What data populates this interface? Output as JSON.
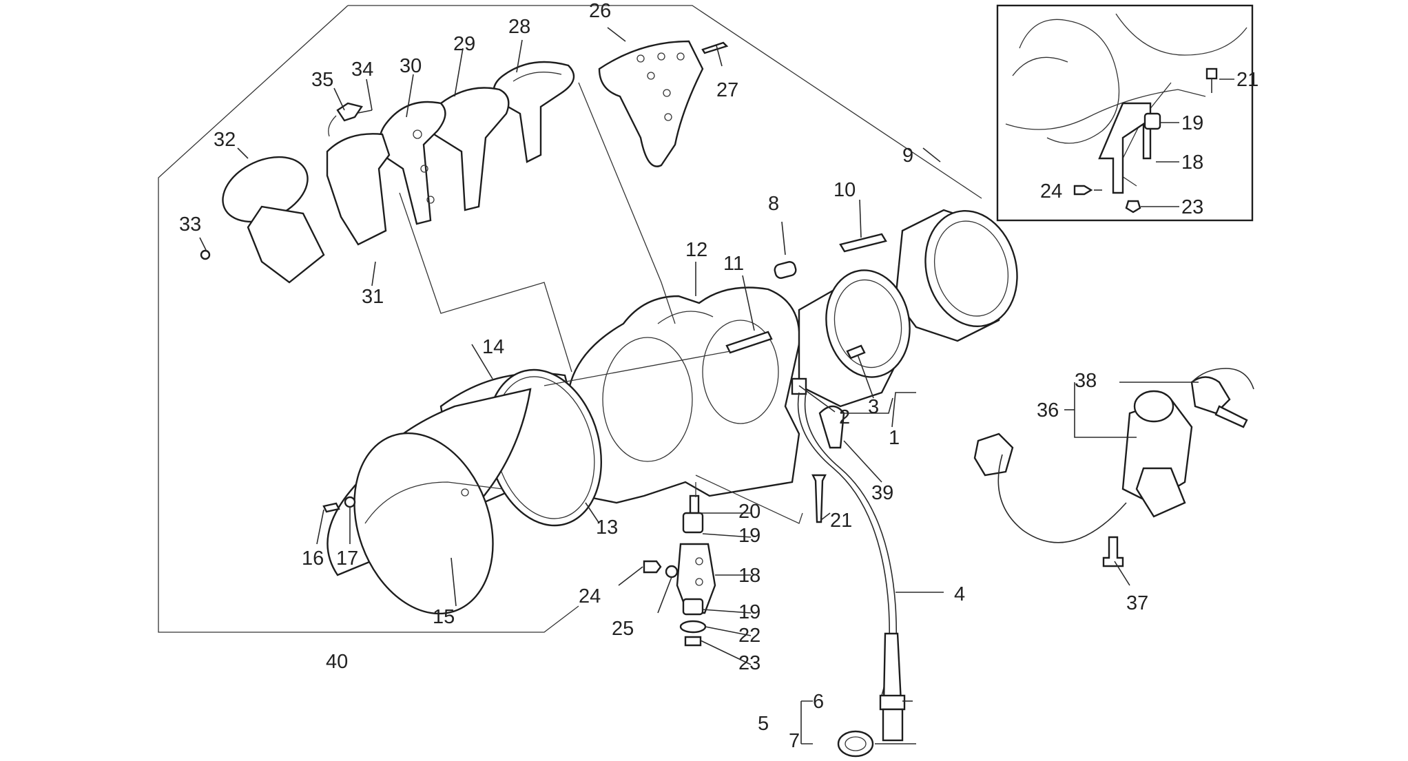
{
  "colors": {
    "background": "#ffffff",
    "ink": "#1d1d1d",
    "text": "#222222"
  },
  "labels": [
    {
      "id": "l1",
      "text": "1"
    },
    {
      "id": "l2",
      "text": "2"
    },
    {
      "id": "l3",
      "text": "3"
    },
    {
      "id": "l4",
      "text": "4"
    },
    {
      "id": "l5",
      "text": "5"
    },
    {
      "id": "l6",
      "text": "6"
    },
    {
      "id": "l7",
      "text": "7"
    },
    {
      "id": "l8",
      "text": "8"
    },
    {
      "id": "l9",
      "text": "9"
    },
    {
      "id": "l10",
      "text": "10"
    },
    {
      "id": "l11",
      "text": "11"
    },
    {
      "id": "l12",
      "text": "12"
    },
    {
      "id": "l13",
      "text": "13"
    },
    {
      "id": "l14",
      "text": "14"
    },
    {
      "id": "l15",
      "text": "15"
    },
    {
      "id": "l16",
      "text": "16"
    },
    {
      "id": "l17",
      "text": "17"
    },
    {
      "id": "l18",
      "text": "18"
    },
    {
      "id": "l19",
      "text": "19"
    },
    {
      "id": "l19b",
      "text": "19"
    },
    {
      "id": "l20",
      "text": "20"
    },
    {
      "id": "l21",
      "text": "21"
    },
    {
      "id": "l22",
      "text": "22"
    },
    {
      "id": "l23",
      "text": "23"
    },
    {
      "id": "l24",
      "text": "24"
    },
    {
      "id": "l25",
      "text": "25"
    },
    {
      "id": "l26",
      "text": "26"
    },
    {
      "id": "l27",
      "text": "27"
    },
    {
      "id": "l28",
      "text": "28"
    },
    {
      "id": "l29",
      "text": "29"
    },
    {
      "id": "l30",
      "text": "30"
    },
    {
      "id": "l31",
      "text": "31"
    },
    {
      "id": "l32",
      "text": "32"
    },
    {
      "id": "l33",
      "text": "33"
    },
    {
      "id": "l34",
      "text": "34"
    },
    {
      "id": "l35",
      "text": "35"
    },
    {
      "id": "l36",
      "text": "36"
    },
    {
      "id": "l37",
      "text": "37"
    },
    {
      "id": "l38",
      "text": "38"
    },
    {
      "id": "l39",
      "text": "39"
    },
    {
      "id": "l40",
      "text": "40"
    }
  ],
  "inset_labels": [
    {
      "id": "i21",
      "text": "21"
    },
    {
      "id": "i19",
      "text": "19"
    },
    {
      "id": "i18",
      "text": "18"
    },
    {
      "id": "i24",
      "text": "24"
    },
    {
      "id": "i23",
      "text": "23"
    }
  ]
}
